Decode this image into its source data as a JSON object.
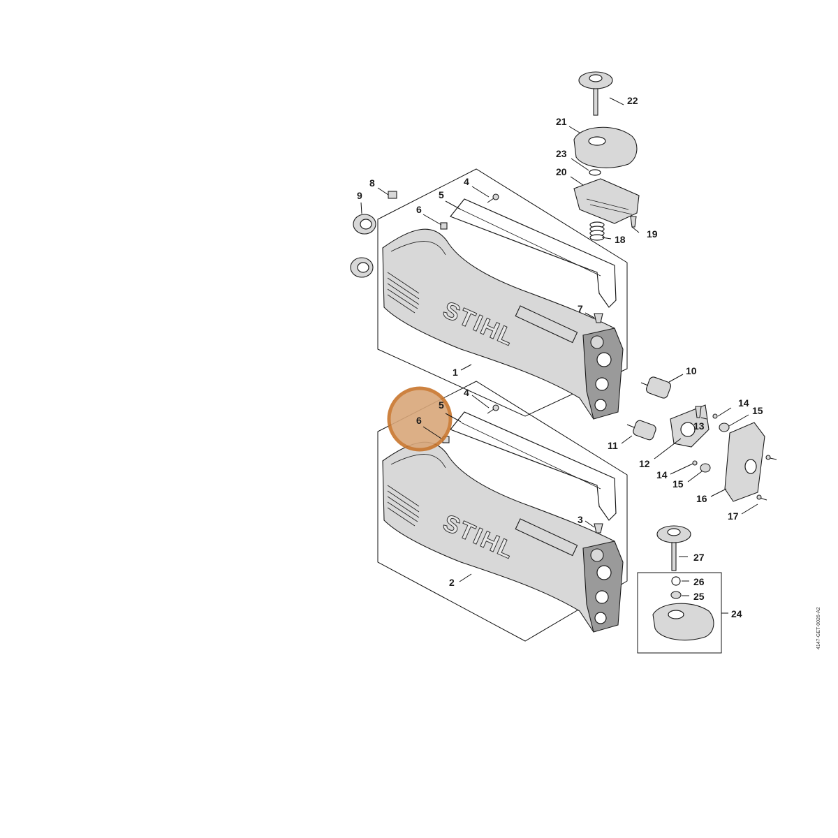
{
  "diagram": {
    "brand_text": "STIHL",
    "document_id": "4147-GET-0026-A2",
    "highlight_color": "#d9a77a",
    "highlight_ring_color": "#c8752c",
    "callouts": {
      "c1": "1",
      "c2": "2",
      "c3": "3",
      "c4a": "4",
      "c4b": "4",
      "c5a": "5",
      "c5b": "5",
      "c6a": "6",
      "c6b": "6",
      "c7": "7",
      "c8": "8",
      "c9": "9",
      "c10": "10",
      "c11": "11",
      "c12": "12",
      "c13": "13",
      "c14a": "14",
      "c14b": "14",
      "c15a": "15",
      "c15b": "15",
      "c16": "16",
      "c17": "17",
      "c18": "18",
      "c19": "19",
      "c20": "20",
      "c21": "21",
      "c22": "22",
      "c23": "23",
      "c24": "24",
      "c25": "25",
      "c26": "26",
      "c27": "27"
    }
  }
}
